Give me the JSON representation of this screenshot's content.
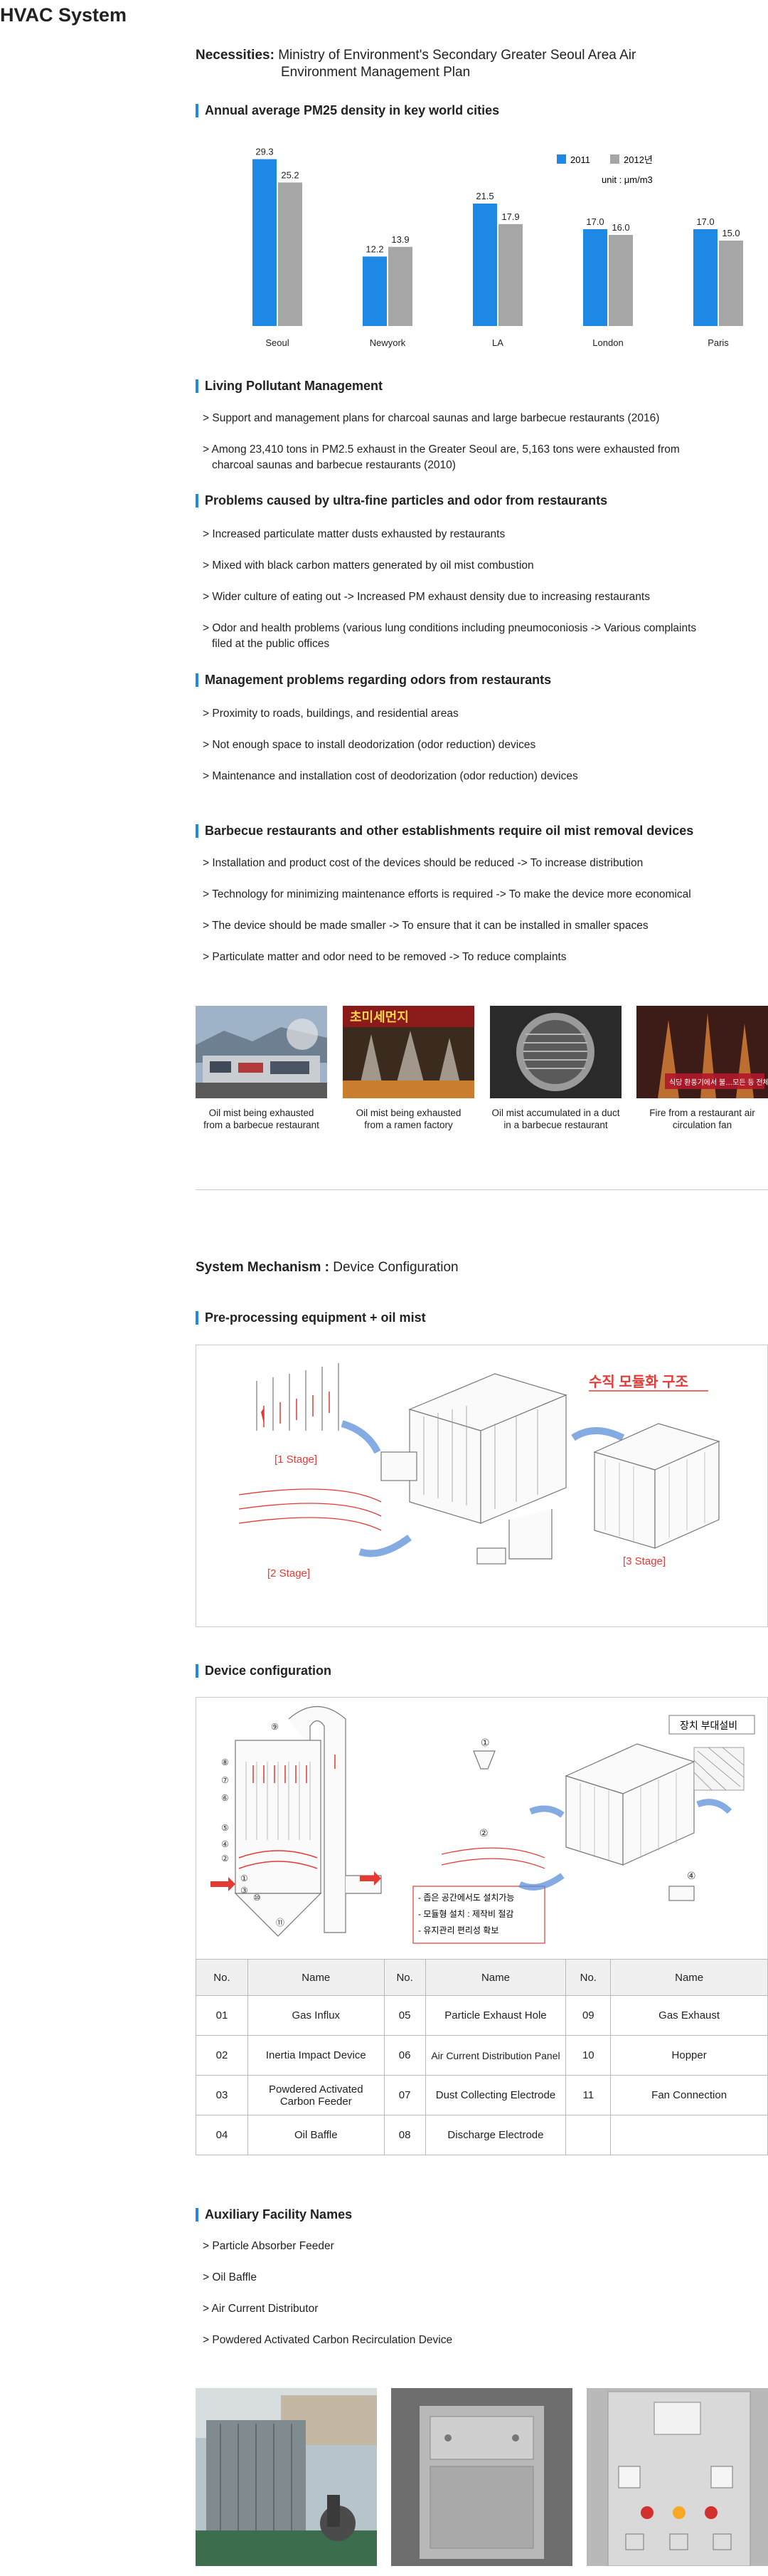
{
  "page_title": "HVAC System",
  "necessities": {
    "label": "Necessities:",
    "line1": "Ministry of Environment's Secondary Greater Seoul Area Air",
    "line2": "Environment Management Plan"
  },
  "pm25_section": {
    "heading": "Annual average PM25 density in key world cities"
  },
  "chart_data": {
    "type": "bar",
    "categories": [
      "Seoul",
      "Newyork",
      "LA",
      "London",
      "Paris"
    ],
    "series": [
      {
        "name": "2011",
        "values": [
          29.3,
          12.2,
          21.5,
          17.0,
          17.0
        ],
        "labels": [
          "29.3",
          "12.2",
          "21.5",
          "17.0",
          "17.0"
        ],
        "color": "#1e88e5"
      },
      {
        "name": "2012년",
        "values": [
          25.2,
          13.9,
          17.9,
          16.0,
          15.0
        ],
        "labels": [
          "25.2",
          "13.9",
          "17.9",
          "16.0",
          "15.0"
        ],
        "color": "#a6a6a6"
      }
    ],
    "unit": "unit : μm/m3",
    "ylim": [
      0,
      30
    ],
    "grid": false,
    "legend": "top-right"
  },
  "living": {
    "heading": "Living Pollutant Management",
    "items": [
      {
        "line1": "> Support and management plans for charcoal saunas and large barbecue restaurants (2016)",
        "line2": ""
      },
      {
        "line1": "> Among 23,410 tons in PM2.5 exhaust in the Greater Seoul are, 5,163 tons were exhausted from",
        "line2": "charcoal saunas and barbecue restaurants (2010)"
      }
    ]
  },
  "problems": {
    "heading": "Problems caused by ultra-fine particles and odor from restaurants",
    "items": [
      {
        "line1": "> Increased particulate matter dusts exhausted by restaurants",
        "line2": ""
      },
      {
        "line1": "> Mixed with black carbon matters generated by oil mist combustion",
        "line2": ""
      },
      {
        "line1": "> Wider culture of eating out -> Increased PM exhaust density due to increasing restaurants",
        "line2": ""
      },
      {
        "line1": "> Odor and health problems (various lung conditions including pneumoconiosis  -> Various complaints",
        "line2": "filed at the public offices"
      }
    ]
  },
  "management": {
    "heading": "Management problems regarding odors from restaurants",
    "items": [
      {
        "line1": "> Proximity to roads, buildings, and residential areas",
        "line2": ""
      },
      {
        "line1": "> Not enough space to install deodorization (odor reduction) devices",
        "line2": ""
      },
      {
        "line1": "> Maintenance and installation cost of deodorization (odor reduction) devices",
        "line2": ""
      }
    ]
  },
  "barbecue": {
    "heading": "Barbecue restaurants and other establishments require oil mist removal devices",
    "items": [
      {
        "line1": "> Installation and product cost of the devices should be reduced -> To increase distribution",
        "line2": ""
      },
      {
        "line1": "> Technology for minimizing maintenance efforts is required -> To make the device more economical",
        "line2": ""
      },
      {
        "line1": "> The device should be made smaller -> To ensure that it can be installed in smaller spaces",
        "line2": ""
      },
      {
        "line1": "> Particulate matter and odor need to be removed -> To reduce complaints",
        "line2": ""
      }
    ]
  },
  "photos": [
    {
      "line1": "Oil mist being exhausted",
      "line2": "from a barbecue restaurant"
    },
    {
      "line1": "Oil mist being exhausted",
      "line2": "from a ramen factory",
      "overlay": "초미세먼지"
    },
    {
      "line1": "Oil mist accumulated in a duct",
      "line2": "in a barbecue restaurant"
    },
    {
      "line1": "Fire from a restaurant air",
      "line2": "circulation fan",
      "overlay": "식당 환풍기에서 불…모든 등 전체"
    }
  ],
  "mechanism": {
    "label": "System Mechanism :",
    "value": "Device Configuration"
  },
  "preproc": {
    "heading": "Pre-processing equipment + oil mist",
    "title_kr": "수직 모듈화 구조",
    "stage1": "[1 Stage]",
    "stage2": "[2 Stage]",
    "stage3": "[3 Stage]"
  },
  "device": {
    "heading": "Device configuration",
    "aux_kr": "장치 부대설비",
    "notes": [
      "- 좁은 공간에서도 설치가능",
      "- 모듈형 설치 : 제작비 절감",
      "- 유지관리 편리성 확보"
    ],
    "numbers": [
      "①",
      "②",
      "③",
      "④"
    ],
    "callouts": [
      "⑨",
      "⑩",
      "⑪",
      "①",
      "②",
      "③",
      "④",
      "⑤",
      "⑥",
      "⑦",
      "⑧"
    ],
    "table": {
      "headers": [
        "No.",
        "Name",
        "No.",
        "Name",
        "No.",
        "Name"
      ],
      "rows": [
        [
          "01",
          "Gas Influx",
          "05",
          "Particle Exhaust Hole",
          "09",
          "Gas Exhaust"
        ],
        [
          "02",
          "Inertia Impact Device",
          "06",
          "Air Current Distribution Panel",
          "10",
          "Hopper"
        ],
        [
          "03",
          "Powdered Activated Carbon Feeder",
          "07",
          "Dust Collecting Electrode",
          "11",
          "Fan Connection"
        ],
        [
          "04",
          "Oil Baffle",
          "08",
          "Discharge Electrode",
          "",
          ""
        ]
      ]
    }
  },
  "auxiliary": {
    "heading": "Auxiliary Facility Names",
    "items": [
      {
        "line1": "> Particle Absorber Feeder",
        "line2": ""
      },
      {
        "line1": "> Oil Baffle",
        "line2": ""
      },
      {
        "line1": "> Air Current Distributor",
        "line2": ""
      },
      {
        "line1": "> Powdered Activated Carbon Recirculation Device",
        "line2": ""
      }
    ]
  }
}
